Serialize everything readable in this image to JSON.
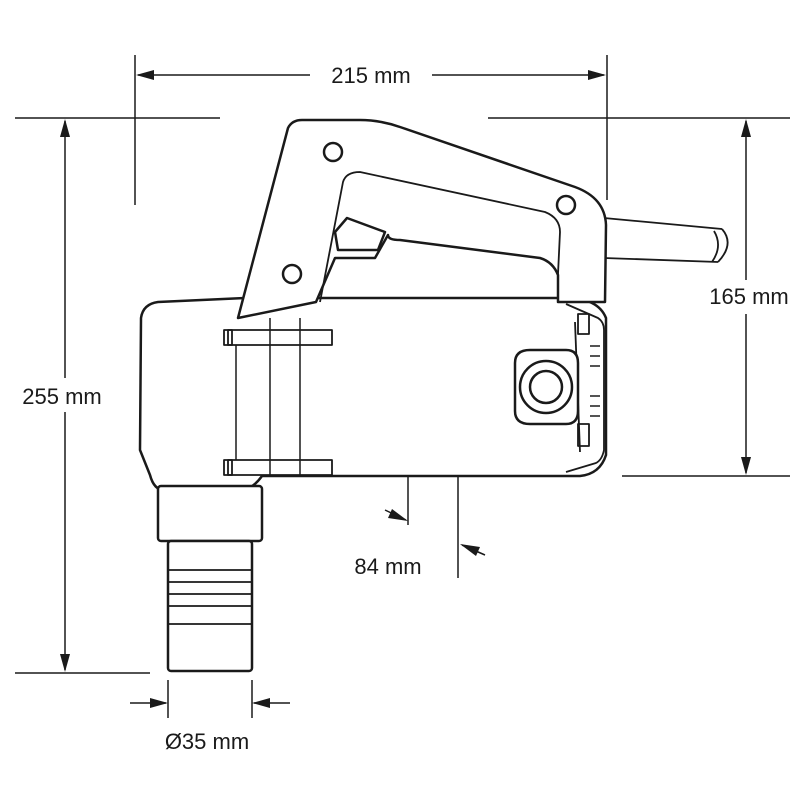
{
  "dimensions": {
    "overall_length": "215 mm",
    "overall_height": "255 mm",
    "body_height": "165 mm",
    "spindle_offset": "84 mm",
    "spindle_diameter": "Ø35 mm"
  }
}
